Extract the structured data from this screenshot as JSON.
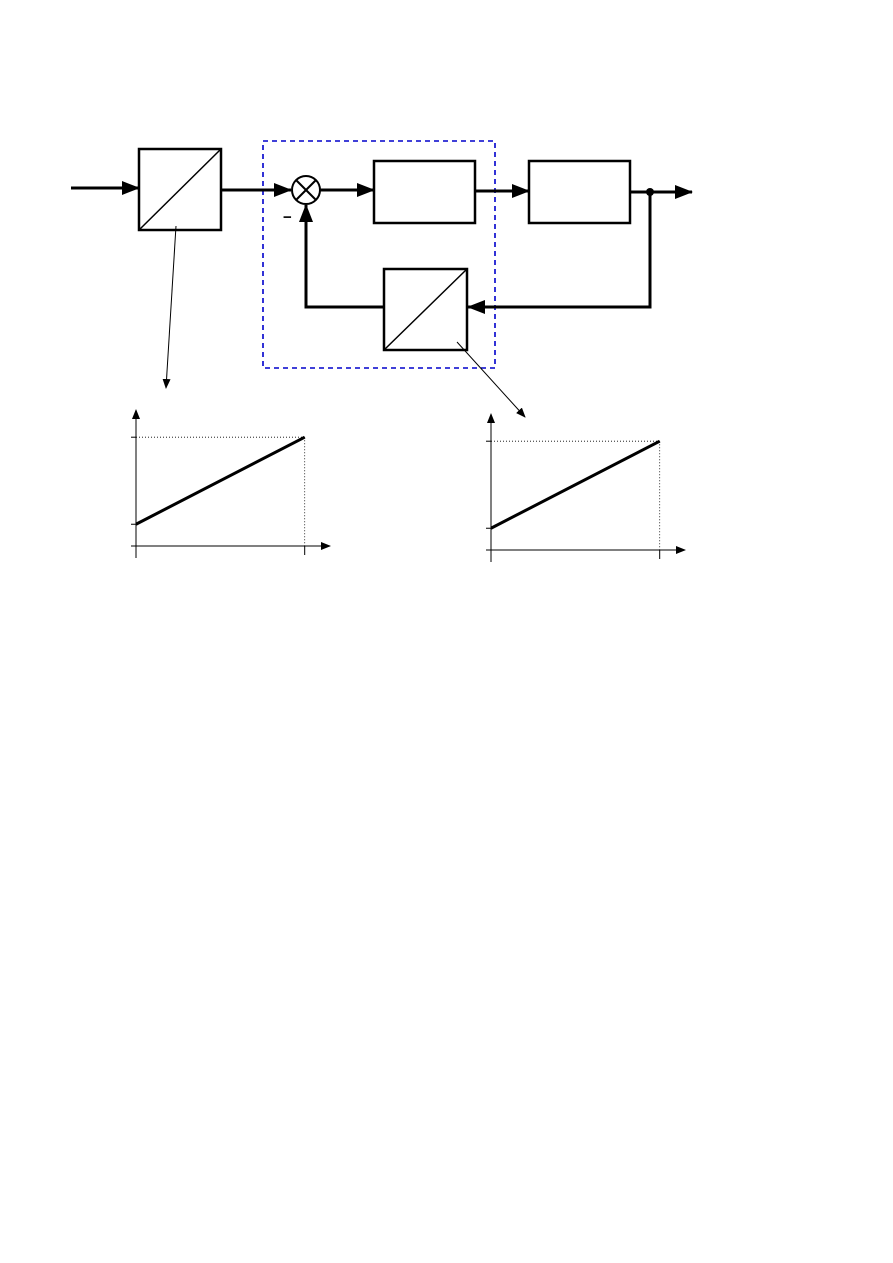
{
  "diagram": {
    "type": "closed-loop block diagram",
    "summing_junction": {
      "feedback_sign": "−"
    },
    "colors": {
      "dashed_frame": "#0000cc",
      "lines": "#000000",
      "background": "#ffffff"
    }
  },
  "chart_data": [
    {
      "type": "line",
      "x": [
        0,
        1
      ],
      "y": [
        0.2,
        1
      ],
      "xlim": [
        0,
        1.15
      ],
      "ylim": [
        0,
        1.25
      ],
      "grid": false,
      "title": "",
      "xlabel": "",
      "ylabel": ""
    },
    {
      "type": "line",
      "x": [
        0,
        1
      ],
      "y": [
        0.2,
        1
      ],
      "xlim": [
        0,
        1.15
      ],
      "ylim": [
        0,
        1.25
      ],
      "grid": false,
      "title": "",
      "xlabel": "",
      "ylabel": ""
    }
  ]
}
